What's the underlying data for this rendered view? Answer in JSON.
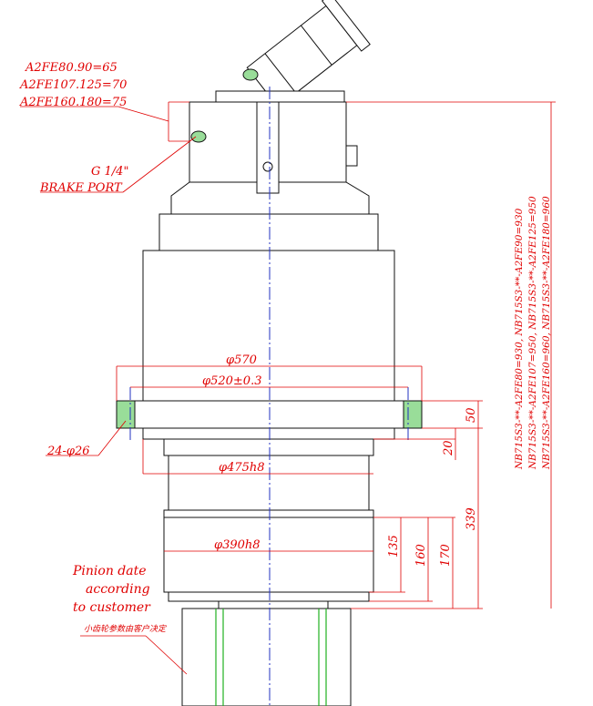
{
  "labels": {
    "flange_note": [
      "A2FE80.90=65",
      "A2FE107.125=70",
      "A2FE160.180=75"
    ],
    "brake_size": "G 1/4\"",
    "brake_port": "BRAKE PORT",
    "holes": "24-φ26",
    "pinion": [
      "Pinion date",
      "according",
      "to customer"
    ],
    "pinion_cn": "小齿轮参数由客户决定",
    "length_notes": [
      "NB715S3-**-A2FE80=930,  NB715S3-**-A2FE90=930",
      "NB715S3-**-A2FE107=950,  NB715S3-**-A2FE125=950",
      "NB715S3-**-A2FE160=960,  NB715S3-**-A2FE180=960"
    ]
  },
  "dimensions": {
    "d570": "φ570",
    "d520": "φ520±0.3",
    "d475": "φ475h8",
    "d390": "φ390h8",
    "h50": "50",
    "h20": "20",
    "h339": "339",
    "h135": "135",
    "h160": "160",
    "h170": "170"
  },
  "colors": {
    "annotation": "#e00000",
    "centerline": "#2030c0",
    "hatch": "#20b020"
  }
}
